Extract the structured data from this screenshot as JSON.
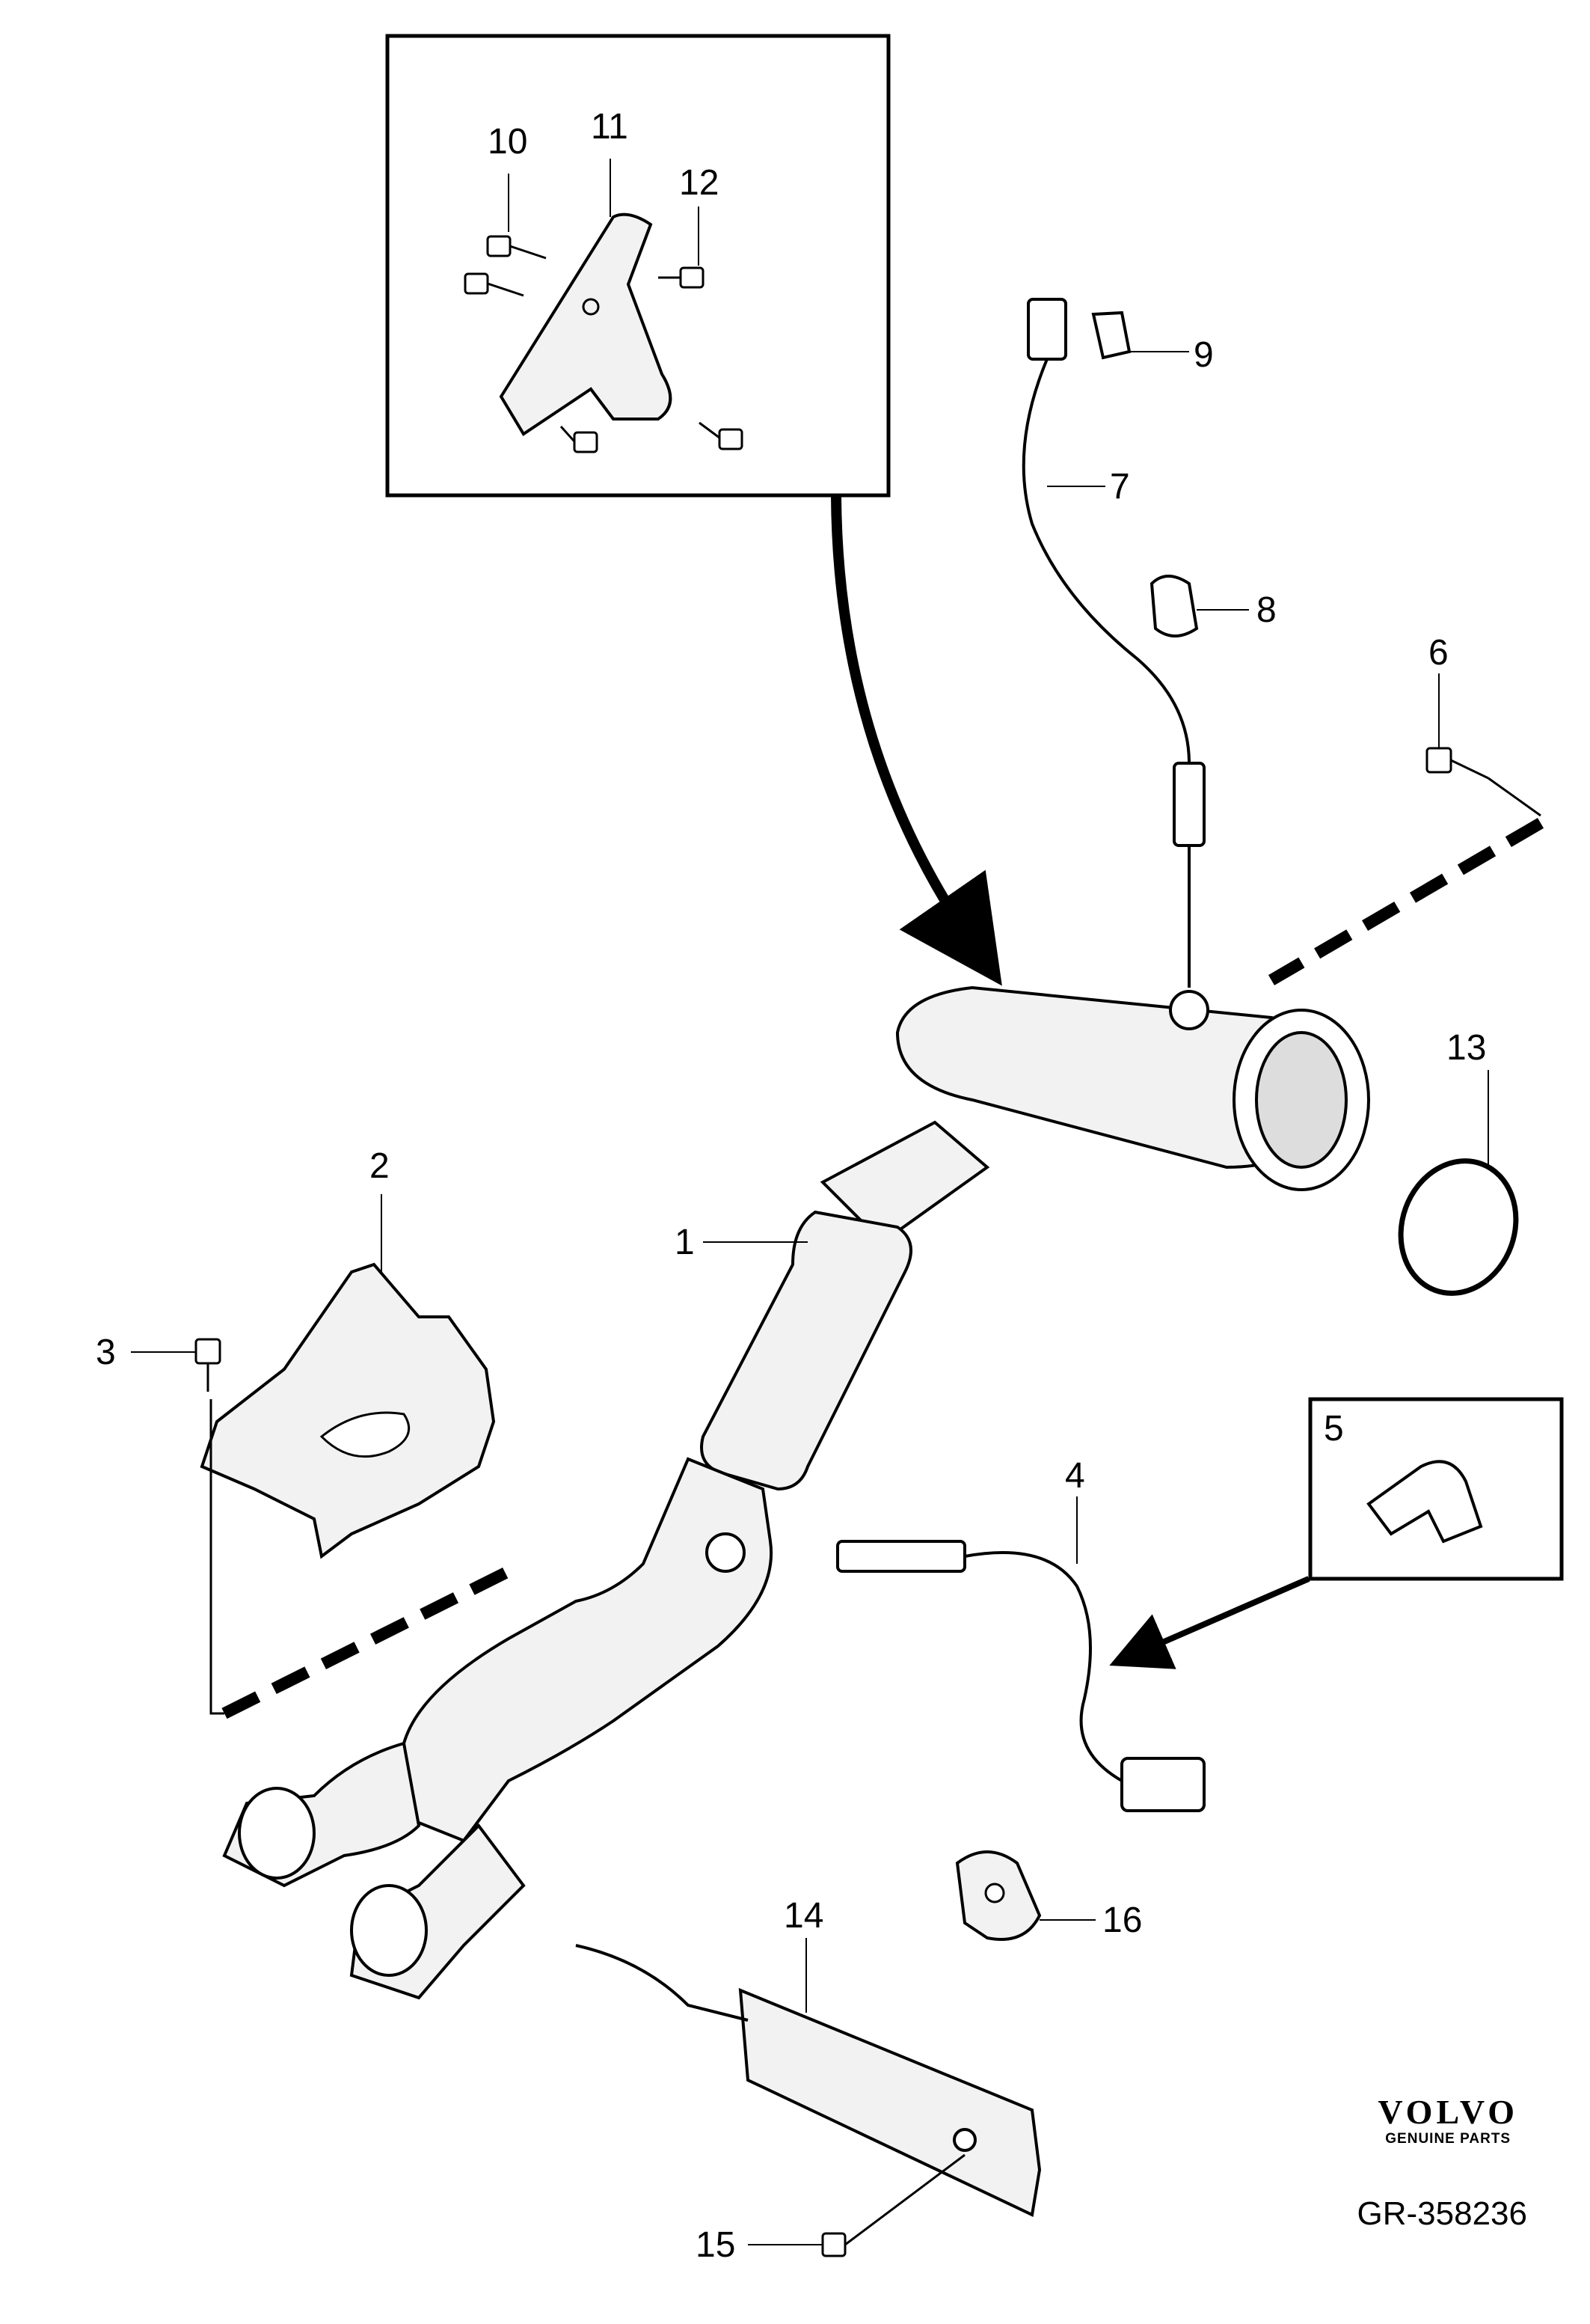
{
  "callouts": {
    "c1": "1",
    "c2": "2",
    "c3": "3",
    "c4": "4",
    "c5": "5",
    "c6": "6",
    "c7": "7",
    "c8": "8",
    "c9": "9",
    "c10": "10",
    "c11": "11",
    "c12": "12",
    "c13": "13",
    "c14": "14",
    "c15": "15",
    "c16": "16"
  },
  "branding": {
    "name": "VOLVO",
    "subtitle": "GENUINE PARTS"
  },
  "reference": "GR-358236"
}
